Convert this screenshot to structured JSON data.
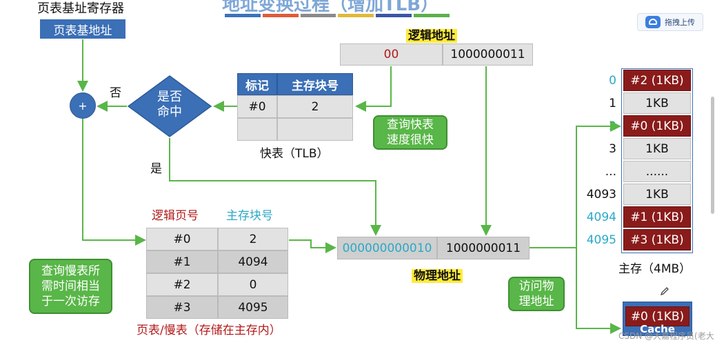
{
  "title_partial": "地址变换过程（增加TLB）",
  "title_bar_colors": [
    "#3b73b9",
    "#e05a3a",
    "#8a8a8a",
    "#e0b93a",
    "#3b55a8",
    "#5bb04a"
  ],
  "upload_button": "拖拽上传",
  "page_table_register": {
    "title": "页表基址寄存器",
    "value": "页表基地址"
  },
  "logical_address": {
    "title": "逻辑地址",
    "page": "00",
    "offset": "1000000011"
  },
  "tlb": {
    "headers": [
      "标记",
      "主存块号"
    ],
    "rows": [
      [
        "#0",
        "2"
      ],
      [
        "",
        ""
      ]
    ],
    "caption": "快表（TLB）",
    "callout": "查询快表\n速度很快"
  },
  "hit_decision": {
    "text": "是否\n命中",
    "no": "否",
    "yes": "是"
  },
  "adder": "+",
  "page_table": {
    "headers": [
      "逻辑页号",
      "主存块号"
    ],
    "rows": [
      [
        "#0",
        "2"
      ],
      [
        "#1",
        "4094"
      ],
      [
        "#2",
        "0"
      ],
      [
        "#3",
        "4095"
      ]
    ],
    "caption": "页表/慢表（存储在主存内）",
    "callout": "查询慢表所\n需时间相当\n于一次访存"
  },
  "physical_address": {
    "title": "物理地址",
    "block": "000000000010",
    "offset": "1000000011",
    "callout": "访问物\n理地址"
  },
  "main_memory": {
    "rows": [
      {
        "index": "0",
        "value": "#2 (1KB)",
        "highlight": true,
        "index_color": "cyan"
      },
      {
        "index": "1",
        "value": "1KB",
        "highlight": false,
        "index_color": "black"
      },
      {
        "index": "2",
        "value": "#0 (1KB)",
        "highlight": true,
        "index_color": "cyan"
      },
      {
        "index": "3",
        "value": "1KB",
        "highlight": false,
        "index_color": "black"
      },
      {
        "index": "...",
        "value": "......",
        "highlight": false,
        "index_color": "black"
      },
      {
        "index": "4093",
        "value": "1KB",
        "highlight": false,
        "index_color": "black"
      },
      {
        "index": "4094",
        "value": "#1 (1KB)",
        "highlight": true,
        "index_color": "cyan"
      },
      {
        "index": "4095",
        "value": "#3 (1KB)",
        "highlight": true,
        "index_color": "cyan"
      }
    ],
    "caption": "主存（4MB）"
  },
  "cache": {
    "value": "#0 (1KB)",
    "label": "Cache"
  },
  "watermark": "CSDN @大嘉程序员(老大)"
}
